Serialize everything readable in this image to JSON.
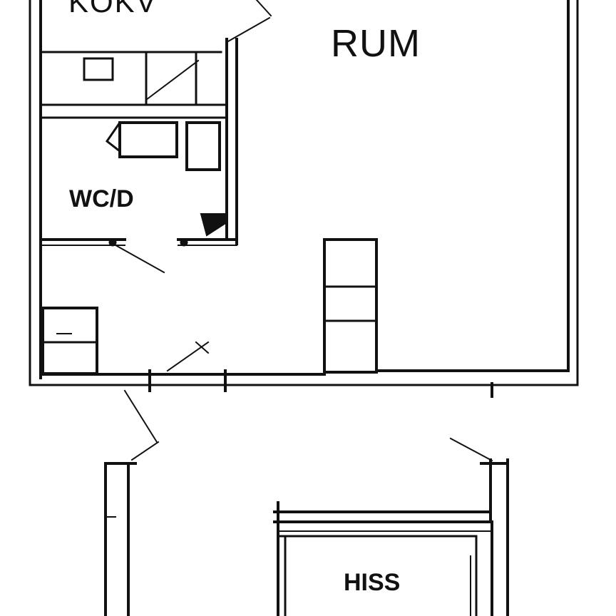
{
  "rooms": {
    "kokv": "KOKV",
    "rum": "RUM",
    "wcd": "WC/D",
    "hiss": "HISS"
  },
  "colors": {
    "line": "#111111",
    "background": "#ffffff"
  }
}
